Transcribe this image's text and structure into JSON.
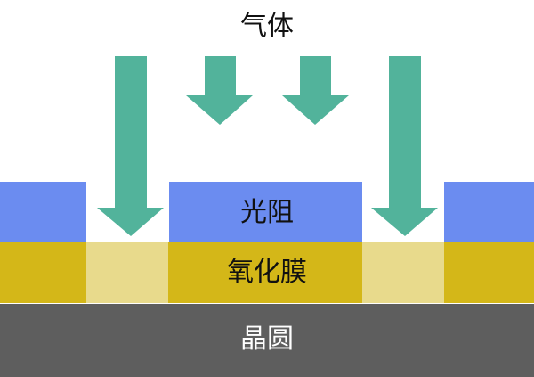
{
  "labels": {
    "gas": "气体",
    "photoresist": "光阻",
    "oxide": "氧化膜",
    "wafer": "晶圆"
  },
  "colors": {
    "arrow": "#52b39b",
    "photoresist": "#6b8cf0",
    "oxide": "#d4b718",
    "oxide_etched": "#e8da8c",
    "wafer": "#5e5e5e"
  }
}
